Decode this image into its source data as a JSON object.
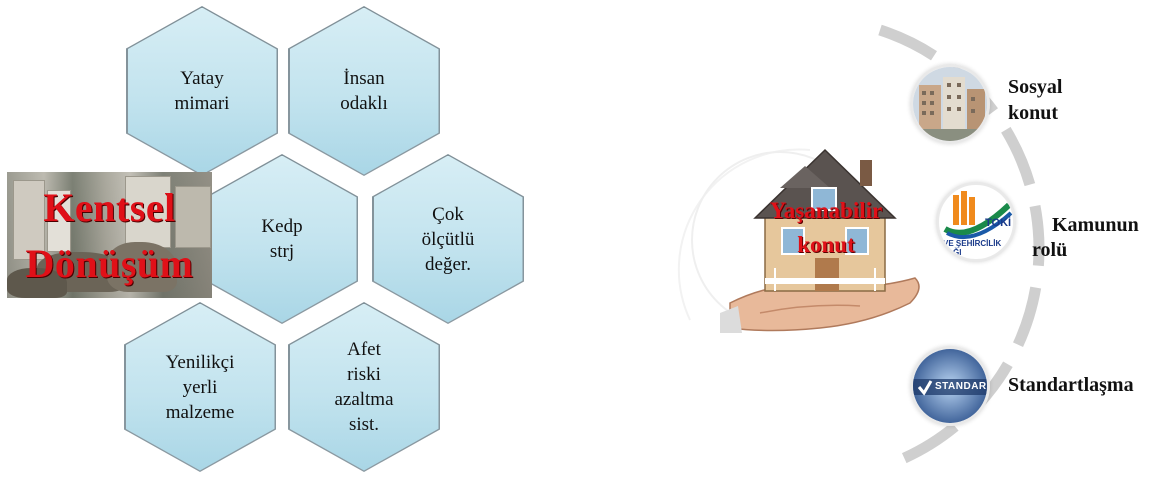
{
  "left": {
    "hexagons": [
      {
        "id": "yatay",
        "text": "Yatay\nmimari"
      },
      {
        "id": "insan",
        "text": "İnsan\nodaklı"
      },
      {
        "id": "kedp",
        "text": "Kedp\nstrj"
      },
      {
        "id": "cok",
        "text": "Çok\nölçütlü\ndeğer."
      },
      {
        "id": "yenilikci",
        "text": "Yenilikçi\nyerli\nmalzeme"
      },
      {
        "id": "afet",
        "text": "Afet\nriski\nazaltma\nsist."
      }
    ],
    "photo_label_line1": "Kentsel",
    "photo_label_line2": "Dönüşüm"
  },
  "right": {
    "center_label_line1": "Yaşanabilir",
    "center_label_line2": "konut",
    "items": [
      {
        "id": "sosyal",
        "text": "Sosyal\nkonut",
        "icon": "apartment-buildings-icon"
      },
      {
        "id": "kamu",
        "text_line1": "Kamunun",
        "text_line2": "rolü",
        "icon": "toki-logo-icon",
        "logo_text": "TOKİ",
        "logo_subtext": "VE ŞEHİRCİLİK",
        "logo_subtext2": "ĞI"
      },
      {
        "id": "standart",
        "text": "Standartlaşma",
        "icon": "standard-check-icon",
        "icon_text": "STANDARD"
      }
    ],
    "colors": {
      "accent_red": "#e01018",
      "arc_grey": "#c8c8c8"
    }
  }
}
